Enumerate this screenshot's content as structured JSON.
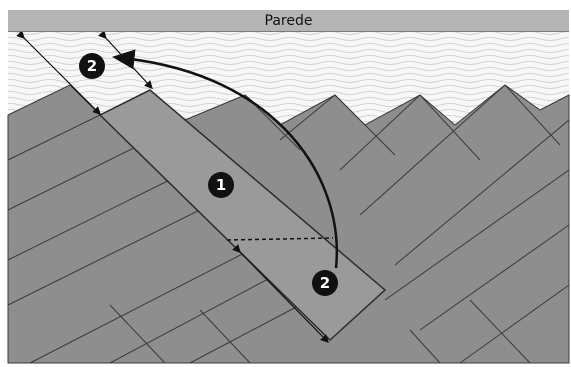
{
  "wall": {
    "label": "Parede"
  },
  "steps": {
    "step_1": "1",
    "step_2_top": "2",
    "step_2_bottom": "2"
  },
  "colors": {
    "floor": "#8f8f8f",
    "board": "#999999",
    "seam": "#3a3a3a",
    "wall_bg": "#f4f4f4",
    "wall_band": "#b4b4b4",
    "badge": "#111111"
  }
}
